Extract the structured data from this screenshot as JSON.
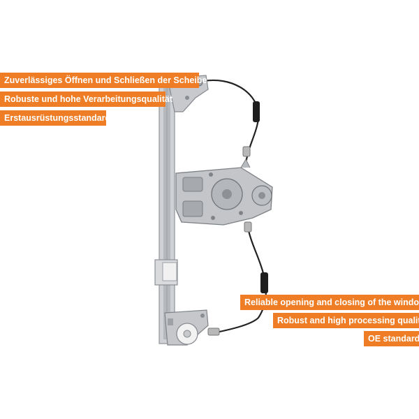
{
  "colors": {
    "badge_bg": "#ee7d26",
    "badge_text": "#ffffff",
    "background": "#ffffff"
  },
  "labels": {
    "german": [
      "Zuverlässiges Öffnen und Schließen der Scheibe",
      "Robuste und hohe Verarbeitungsqualität",
      "Erstausrüstungsstandard"
    ],
    "english": [
      "Reliable opening and closing of the window",
      "Robust and high processing quality",
      "OE standard"
    ]
  }
}
